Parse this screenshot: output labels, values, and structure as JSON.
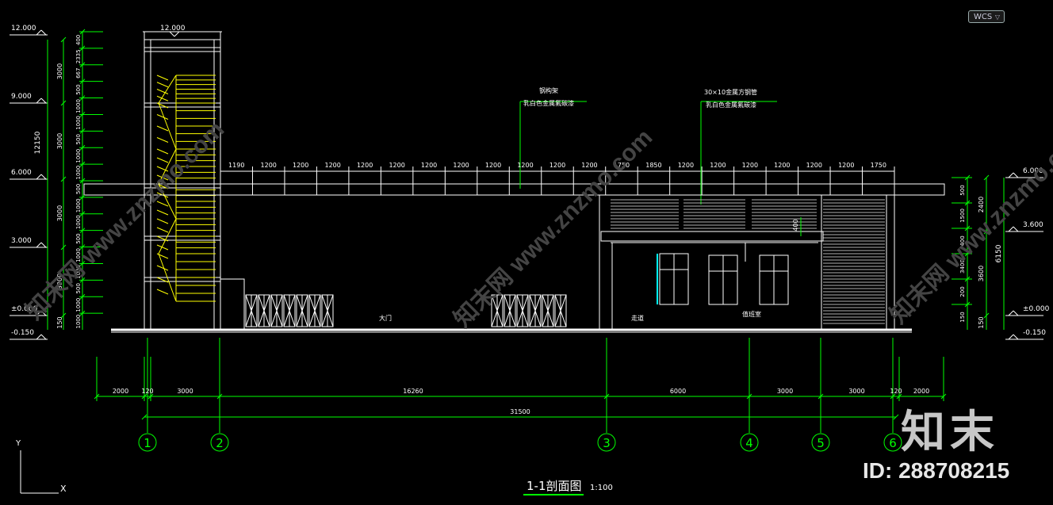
{
  "wcs": {
    "label": "WCS",
    "chevron": "▽"
  },
  "title": {
    "main": "1-1剖面图",
    "scale": "1:100"
  },
  "ucs": {
    "y": "Y",
    "x": "X"
  },
  "levels_left": [
    "12.000",
    "9.000",
    "6.000",
    "3.000",
    "±0.000",
    "-0.150"
  ],
  "levels_left_top_label": "12.000",
  "levels_right": [
    "6.000",
    "3.600",
    "±0.000",
    "-0.150"
  ],
  "dims_left_outer": [
    "3000",
    "3000",
    "3000",
    "3000",
    "150"
  ],
  "dims_left_total": "12150",
  "dims_left_inner": [
    "400",
    "2335",
    "667",
    "500",
    "1000",
    "1000",
    "500",
    "1000",
    "1000",
    "500",
    "1000",
    "1000",
    "500",
    "1000",
    "1000",
    "500",
    "1000",
    "1000"
  ],
  "dims_right_inner": [
    "500",
    "1500",
    "400",
    "3400",
    "200",
    "150"
  ],
  "dims_right_mid": [
    "2400",
    "3600",
    "150"
  ],
  "dims_right_total": "6150",
  "canopy_dims": [
    "1190",
    "1200",
    "1200",
    "1200",
    "1200",
    "1200",
    "1200",
    "1200",
    "1200",
    "1200",
    "1200",
    "1200",
    "1750",
    "1850",
    "1200",
    "1200",
    "1200",
    "1200",
    "1200",
    "1200",
    "1750"
  ],
  "beam_drop_dim": "400",
  "annotations": [
    {
      "line1": "钢构架",
      "line2": "乳白色金属氟碳漆"
    },
    {
      "line1": "30×10金属方钢管",
      "line2": "乳白色金属氟碳漆"
    }
  ],
  "room_labels": [
    "大门",
    "走道",
    "值班室"
  ],
  "bottom_dims": [
    "2000",
    "120",
    "3000",
    "16260",
    "6000",
    "3000",
    "3000",
    "120",
    "2000"
  ],
  "bottom_total": "31500",
  "axes": [
    "1",
    "2",
    "3",
    "4",
    "5",
    "6"
  ],
  "watermark": {
    "brand": "知末",
    "id": "ID: 288708215",
    "site": "www.znzmo.com",
    "site_cn": "知末网"
  },
  "colors": {
    "green": "#00ff00",
    "white": "#ffffff",
    "yellow": "#ffff00",
    "grey": "#b0b0b0",
    "cyan": "#00ffff"
  }
}
